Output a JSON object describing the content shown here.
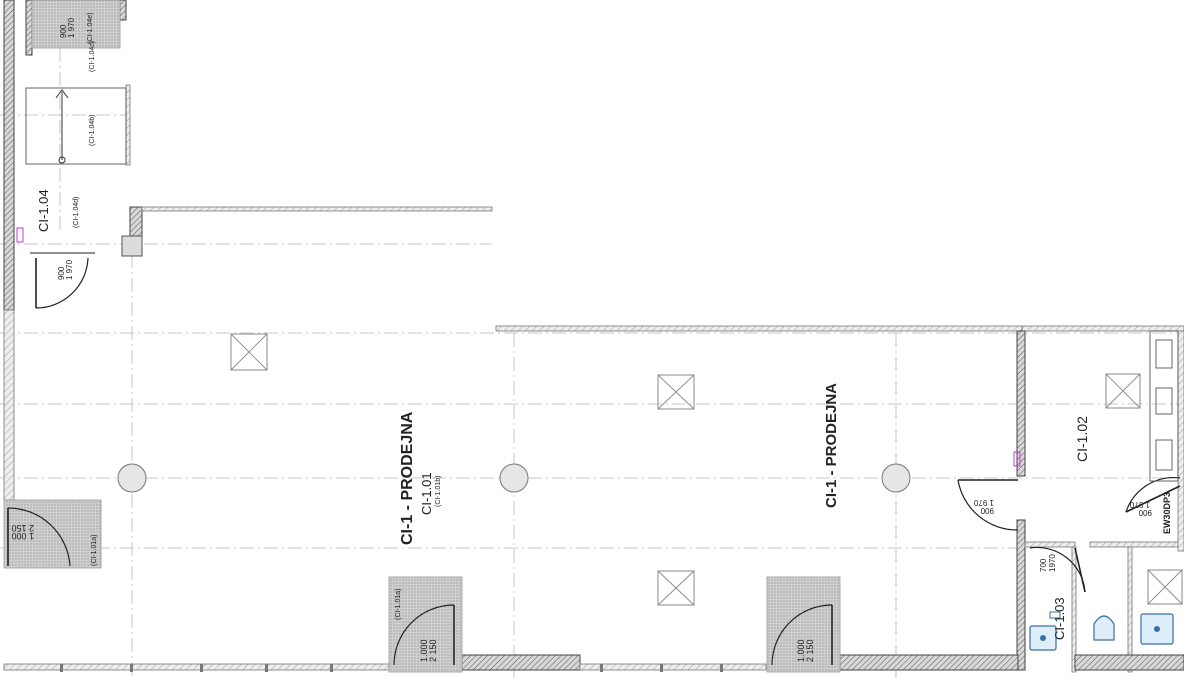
{
  "rooms": {
    "main_title_left": "CI-1 - PRODEJNA",
    "main_title_right": "CI-1 - PRODEJNA",
    "main_id": "CI-1.01",
    "main_sub": "(CI-1.01b)",
    "sub_a": "(CI-1.01a)",
    "sub_a_lower": "(CI-1.01a)",
    "room_104": "CI-1.04",
    "room_104_d": "(CI-1.04d)",
    "room_104_b": "(CI-1.04b)",
    "room_104_c": "(CI-1.04c)",
    "room_104_top": "(CI-1.04e)",
    "room_102": "CI-1.02",
    "room_103": "CI-1.03"
  },
  "doors": {
    "d_top_w": "900",
    "d_top_h": "1 970",
    "d_104_w": "900",
    "d_104_h": "1 970",
    "d_left_w": "1 000",
    "d_left_h": "2 150",
    "d_mid_w": "1.000",
    "d_mid_h": "2 150",
    "d_right_w": "1.000",
    "d_right_h": "2 150",
    "d_102_w": "900",
    "d_102_h": "1 970",
    "d_103_w": "700",
    "d_103_h": "1970",
    "d_far_w": "900",
    "d_far_h": "1 970",
    "ew_tag": "EW30DP3"
  },
  "colors": {
    "wall_hatch": "#444444",
    "grid": "#b9b9b9",
    "fixture_blue": "#3a6ea5",
    "marker_purple": "#c53bd1"
  }
}
